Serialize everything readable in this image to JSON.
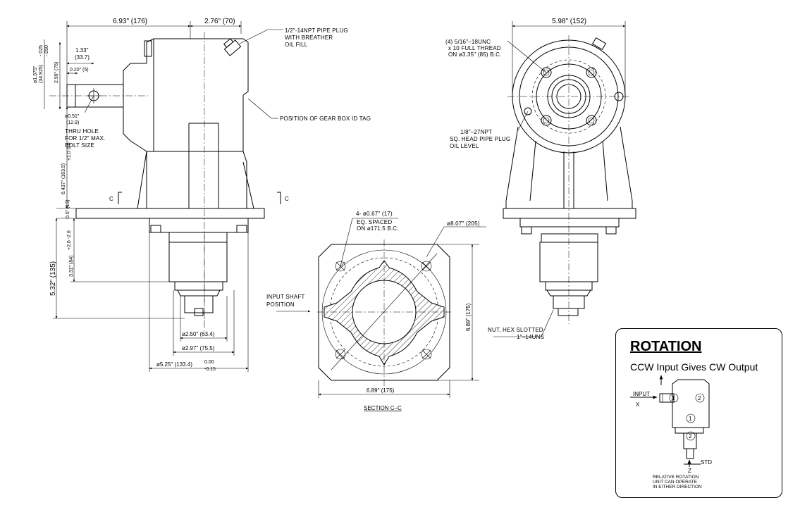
{
  "left_view": {
    "dim_width_body": "6.93\" (176)",
    "dim_width_right": "2.76\" (70)",
    "dim_133": "1.33\"",
    "dim_337": "(33.7)",
    "dim_020": "0.20\" (5)",
    "dim_299": "2.99\" (76)",
    "dim_shaft_dia": "ø1.375\"",
    "dim_shaft_mm": "(34.925)",
    "dim_shaft_tol_top": "-.025",
    "dim_shaft_tol_bot": "-.050",
    "dim_hole": "ø0.51\"",
    "dim_hole_mm": "(12.9)",
    "thru_hole_1": "THRU HOLE",
    "thru_hole_2": "FOR 1/2\" MAX.",
    "thru_hole_3": "BOLT SIZE",
    "pipe_plug_1": "1/2\"-14NPT PIPE PLUG",
    "pipe_plug_2": "WITH BREATHER",
    "pipe_plug_3": "OIL FILL",
    "id_tag": "POSITION OF GEAR BOX ID TAG",
    "dim_height": "6.437\" (163.5)",
    "dim_height_tol": "+1.0 0.0",
    "dim_flange": "0.5\" (13)",
    "section_mark": "C",
    "dim_532": "5.32\" (135)",
    "dim_331": "3.31\" (84)",
    "dim_331_tol": "+2.6 -2.6",
    "dim_250": "ø2.50\" (63.4)",
    "dim_297": "ø2.97\" (75.5)",
    "dim_525": "ø5.25\" (133.4)",
    "dim_525_tol_top": "0.00",
    "dim_525_tol_bot": "-0.15"
  },
  "section_view": {
    "holes_1": "4- ø0.67\" (17)",
    "holes_2": "EQ. SPACED",
    "holes_3": "ON ø171.5 B.C.",
    "dim_807": "ø8.07\" (205)",
    "input_1": "INPUT SHAFT",
    "input_2": "POSITION",
    "dim_689_side": "6.89\" (175)",
    "dim_689_bottom": "6.89\" (175)",
    "title": "SECTION C–C"
  },
  "right_view": {
    "dim_598": "5.98\" (152)",
    "thread_1": "(4) 5/16\"–18UNC",
    "thread_2": "x 10 FULL THREAD",
    "thread_3": "ON ø3.35\" (85) B.C.",
    "plug_1": "1/8\"–27NPT",
    "plug_2": "SQ. HEAD PIPE PLUG",
    "plug_3": "OIL LEVEL",
    "nut_1": "NUT, HEX SLOTTED",
    "nut_2": "1\"–14UNS"
  },
  "rotation": {
    "title": "ROTATION",
    "subtitle": "CCW Input Gives CW Output",
    "input_label": "INPUT",
    "x_label": "X",
    "z_label": "Z",
    "std_label": "STD",
    "mark_1": "1",
    "mark_2": "2",
    "note_1": "RELATIVE ROTATION",
    "note_2": "UNIT CAN OPERATE",
    "note_3": "IN EITHER DIRECTION"
  }
}
